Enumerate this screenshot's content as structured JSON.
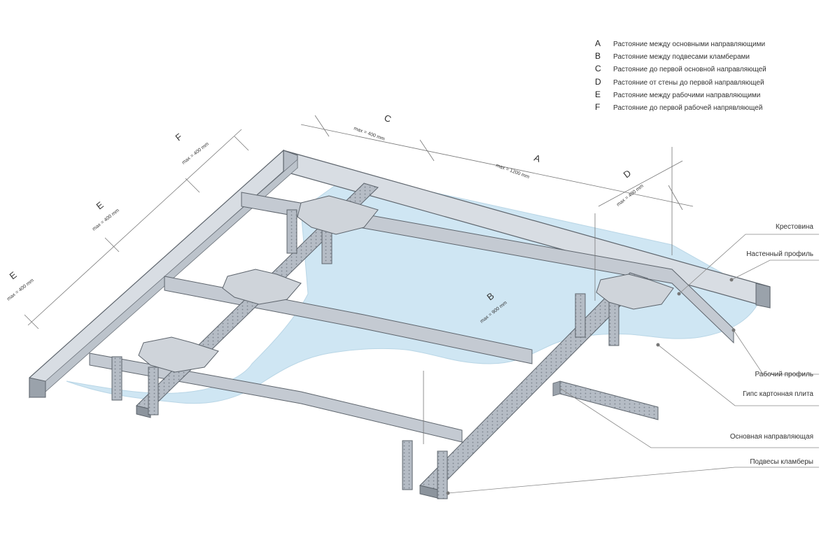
{
  "legend": [
    {
      "letter": "A",
      "text": "Растояние между основными направляющими"
    },
    {
      "letter": "B",
      "text": "Растояние между подвесами кламберами"
    },
    {
      "letter": "C",
      "text": "Растояние до первой основной направляющей"
    },
    {
      "letter": "D",
      "text": "Растояние от стены до первой направляющей"
    },
    {
      "letter": "E",
      "text": "Растояние между рабочими направляющими"
    },
    {
      "letter": "F",
      "text": "Растояние до первой рабочей напрявляющей"
    }
  ],
  "callouts": {
    "crossbar": "Крестовина",
    "wall_profile": "Настенный профиль",
    "working_profile": "Рабочий профиль",
    "gypsum_board": "Гипс картонная плита",
    "main_guide": "Основная направляющая",
    "hangers": "Подвесы кламберы"
  },
  "dimensions": {
    "C": {
      "letter": "C",
      "value": "max = 400 mm"
    },
    "A": {
      "letter": "A",
      "value": "max = 1200 mm"
    },
    "D": {
      "letter": "D",
      "value": "max = 400 mm"
    },
    "F": {
      "letter": "F",
      "value": "max = 400 mm"
    },
    "E1": {
      "letter": "E",
      "value": "max = 400 mm"
    },
    "E2": {
      "letter": "E",
      "value": "max = 400 mm"
    },
    "B": {
      "letter": "B",
      "value": "max = 900 mm"
    }
  },
  "colors": {
    "board": "#c9e3f1",
    "metal_light": "#d6dbe1",
    "metal_mid": "#b7bec7",
    "metal_dark": "#8c949d",
    "outline": "#5d646c",
    "dim_line": "#777777"
  }
}
